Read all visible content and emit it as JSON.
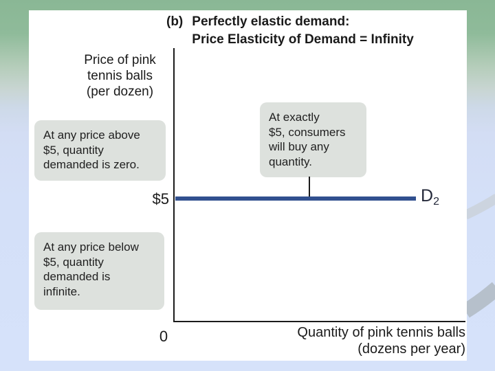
{
  "figure": {
    "label": "(b)",
    "title_line1": "Perfectly elastic demand:",
    "title_line2": "Price Elasticity of Demand = Infinity"
  },
  "axes": {
    "y_label_lines": [
      "Price of pink",
      "tennis balls",
      "(per dozen)"
    ],
    "x_label_lines": [
      "Quantity of pink tennis balls",
      "(dozens per year)"
    ],
    "origin_label": "0",
    "price_tick_label": "$5"
  },
  "demand_curve": {
    "label_base": "D",
    "label_sub": "2",
    "price_level": 5
  },
  "callouts": {
    "above": {
      "lines": [
        "At any price above",
        "$5, quantity",
        "demanded is zero."
      ]
    },
    "exact": {
      "lines": [
        "At exactly",
        "$5, consumers",
        "will buy any",
        "quantity."
      ]
    },
    "below": {
      "lines": [
        "At any price below",
        "$5, quantity",
        "demanded is",
        "infinite."
      ]
    }
  },
  "colors": {
    "demand_line": "#31508f",
    "callout_bg": "#dde1dd",
    "axis": "#1a1a1a",
    "panel_bg": "#ffffff",
    "background_top": "#8ab795",
    "background_bottom": "#d6e2fa",
    "swoosh_light": "#ccd4df",
    "swoosh_dark": "#b6c0cb"
  },
  "chart_data": {
    "type": "line",
    "title": "(b) Perfectly elastic demand: Price Elasticity of Demand = Infinity",
    "xlabel": "Quantity of pink tennis balls (dozens per year)",
    "ylabel": "Price of pink tennis balls (per dozen)",
    "x_ticks": [
      "0"
    ],
    "y_ticks": [
      "$5"
    ],
    "ylim": [
      0,
      10
    ],
    "grid": false,
    "legend_position": "right-of-line",
    "series": [
      {
        "name": "D2",
        "style": "horizontal",
        "points": [
          {
            "x": 0,
            "y": 5
          },
          {
            "x": "infinity",
            "y": 5
          }
        ]
      }
    ],
    "annotations": [
      "At any price above $5, quantity demanded is zero.",
      "At exactly $5, consumers will buy any quantity.",
      "At any price below $5, quantity demanded is infinite."
    ],
    "price_elasticity_of_demand": "Infinity"
  }
}
